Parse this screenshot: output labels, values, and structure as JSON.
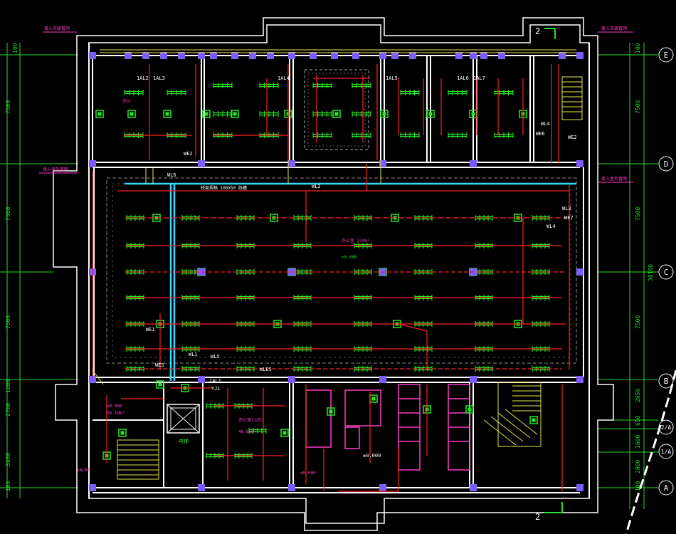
{
  "colors": {
    "background": "#000000",
    "wall": "#ffffff",
    "power_red": "#ff2020",
    "fixture_green": "#22ee22",
    "column_purple": "#7d5bff",
    "tray_cyan": "#34d6ff",
    "dim_green": "#22dd22",
    "magenta": "#ff3dc8",
    "yellow": "#e6e64a"
  },
  "axis_labels": {
    "E": "E",
    "D": "D",
    "C": "C",
    "B": "B",
    "two_A": "2/A",
    "one_A": "1/A",
    "A": "A"
  },
  "left_dims": [
    "100",
    "7500",
    "7500",
    "7500",
    "1200",
    "2700",
    "3900",
    "100"
  ],
  "right_dims": [
    "100",
    "7500",
    "7500",
    "30100",
    "7500",
    "2850",
    "650",
    "1600",
    "2800",
    "100"
  ],
  "section_marks": [
    "2",
    "2"
  ],
  "circuit_tags": {
    "rooms_top": [
      "1AL2",
      "1AL3",
      "1AL4",
      "1AL5",
      "1AL6",
      "1AL7"
    ],
    "we2_top": "WE2",
    "wl6_top": "WL6",
    "wl2_main": "WL2",
    "tray": "桥架规格 100X50  线槽",
    "hall_label": "办公室 374m²",
    "hall_level": "±0.000",
    "wl3": "WL3",
    "we7": "WE7",
    "wl4": "WL4",
    "we1": "WE1",
    "wl1": "WL1",
    "wl5": "WL5",
    "we5": "WE5",
    "wl_e5": "WLE5",
    "one_al1": "1AL1",
    "yj1": "YJ1",
    "stair_wl4": "WL4",
    "stair_we6": "WE6",
    "stair_we2": "WE2",
    "elevator": "电梯",
    "office_label": "办公室(1间)",
    "office_area": "46.85m²",
    "restroom_level": "±0.000",
    "corridor_level": "±0.000",
    "ref_tag": "1AL04",
    "room_level": "±0.000",
    "area_small": "56.19m²",
    "room_name": "办公"
  },
  "entry_notes": {
    "left_top": "接入市政管网",
    "right_top": "接入市政管网",
    "left_mid": "接入室外管网",
    "right_mid": "接入室外管网"
  }
}
